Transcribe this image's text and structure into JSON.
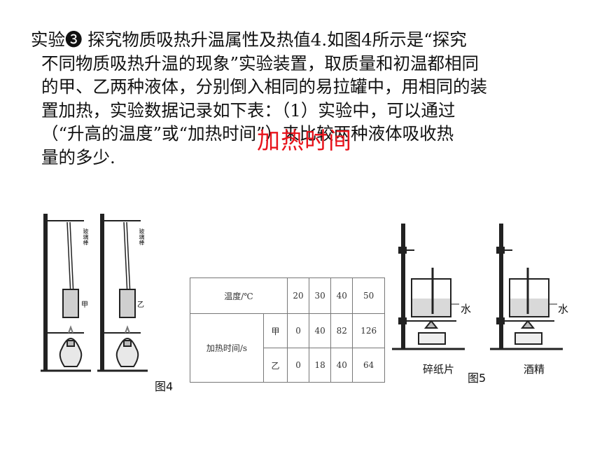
{
  "paragraph": {
    "line1": "实验❸ 探究物质吸热升温属性及热值4.如图4所示是“探究",
    "line2": "不同物质吸热升温的现象”实验装置，取质量和初温都相同",
    "line3": "的甲、乙两种液体，分别倒入相同的易拉罐中，用相同的装",
    "line4": "置加热，实验数据记录如下表：（1）实验中，可以通过",
    "line5": "（“升高的温度”或“加热时间”）来比较两种液体吸收热",
    "line6": "量的多少."
  },
  "answer": "加热时间",
  "figure4": {
    "rod_label": "玻璃棒",
    "left_can_label": "甲",
    "right_can_label": "乙",
    "caption": "图4"
  },
  "table": {
    "header_label": "温度/℃",
    "temps": [
      "20",
      "30",
      "40",
      "50"
    ],
    "row_label": "加热时间/s",
    "rows": [
      {
        "name": "甲",
        "values": [
          "0",
          "40",
          "82",
          "126"
        ]
      },
      {
        "name": "乙",
        "values": [
          "0",
          "18",
          "40",
          "64"
        ]
      }
    ]
  },
  "figure5": {
    "water_label_left": "水",
    "water_label_right": "水",
    "fuel_left": "碎纸片",
    "fuel_right": "酒精",
    "caption": "图5"
  }
}
